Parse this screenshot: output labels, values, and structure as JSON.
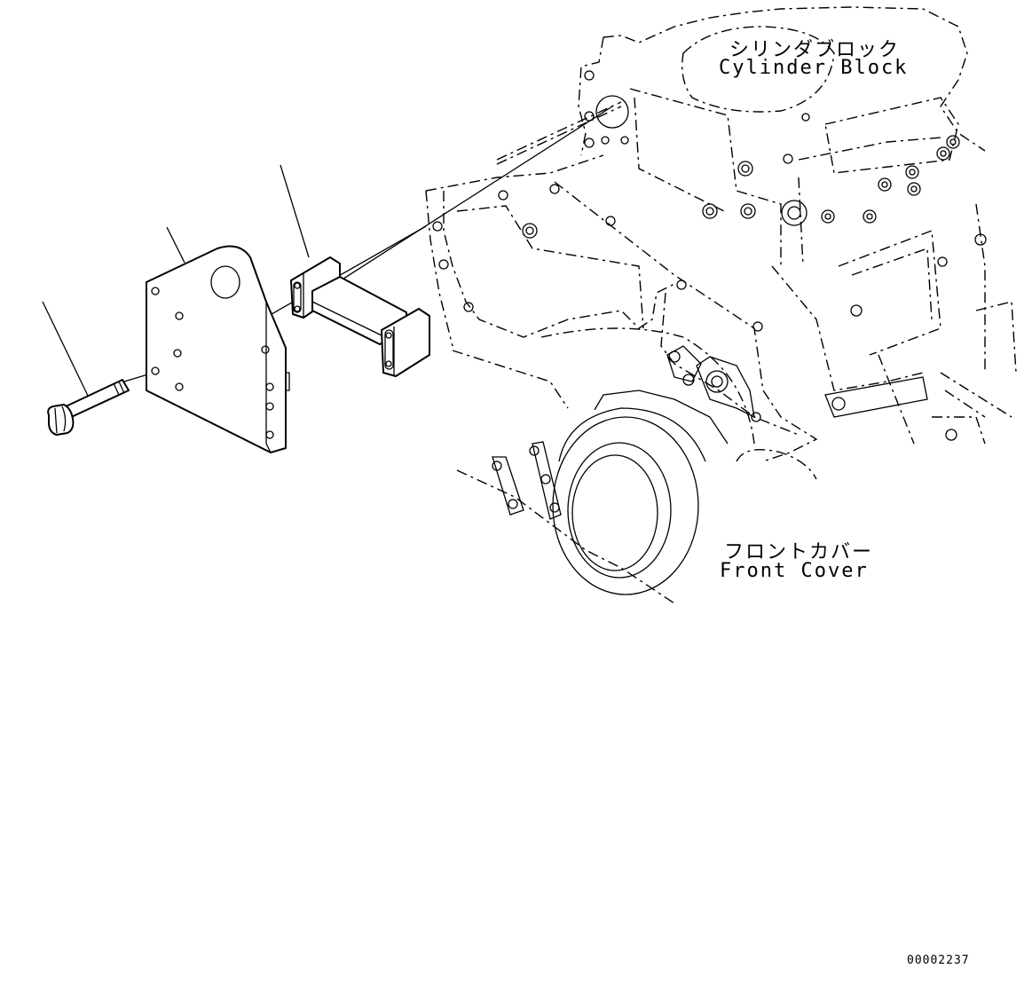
{
  "labels": {
    "cylinder_block_jp": "シリンダブロック",
    "cylinder_block_en": "Cylinder Block",
    "front_cover_jp": "フロントカバー",
    "front_cover_en": "Front Cover"
  },
  "drawing_code": "00002237",
  "colors": {
    "line": "#000000",
    "background": "#ffffff"
  },
  "parts": [
    {
      "name": "bolt-icon"
    },
    {
      "name": "bracket-plate-icon"
    },
    {
      "name": "spacer-bracket-icon"
    }
  ]
}
